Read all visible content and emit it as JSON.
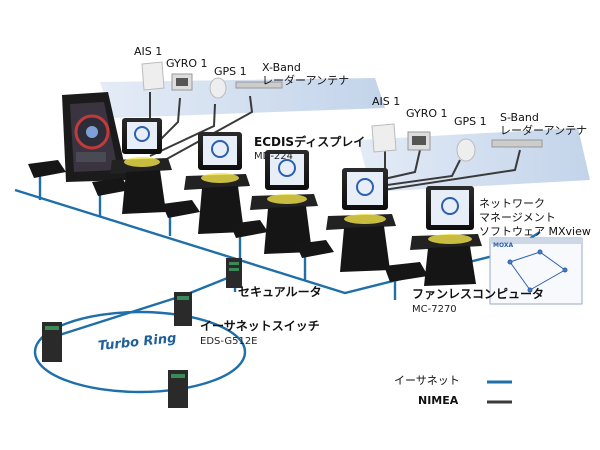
{
  "bridge_x": {
    "ais": "AIS 1",
    "gyro": "GYRO 1",
    "gps": "GPS 1",
    "antenna_line1": "X-Band",
    "antenna_line2": "レーダーアンテナ"
  },
  "bridge_s": {
    "ais": "AIS 1",
    "gyro": "GYRO 1",
    "gps": "GPS 1",
    "antenna_line1": "S-Band",
    "antenna_line2": "レーダーアンテナ"
  },
  "ecdis": {
    "name": "ECDISディスプレイ",
    "model": "MD-224"
  },
  "mxview": {
    "line1": "ネットワーク",
    "line2": "マネージメント",
    "line3": "ソフトウェア MXview",
    "window_brand": "MOXA"
  },
  "router": {
    "name": "セキュアルータ"
  },
  "fanless": {
    "name": "ファンレスコンピュータ",
    "model": "MC-7270"
  },
  "switch": {
    "name": "イーサネットスイッチ",
    "model": "EDS-G512E"
  },
  "ring": {
    "label": "Turbo Ring"
  },
  "legend": {
    "ethernet": "イーサネット",
    "nmea": "NIMEA"
  },
  "colors": {
    "ethernet": "#1f6fa8",
    "nmea": "#3a3a3a",
    "panel": "#c9d9ee",
    "monitor_glow": "#f2e34a"
  }
}
